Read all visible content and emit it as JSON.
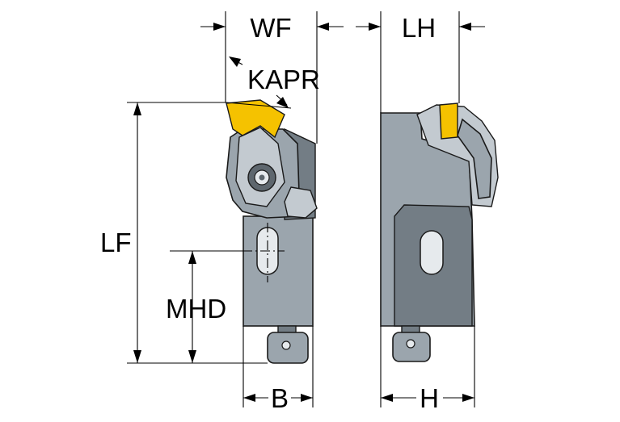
{
  "labels": {
    "wf": "WF",
    "lh": "LH",
    "kapr": "KAPR",
    "lf": "LF",
    "mhd": "MHD",
    "b": "B",
    "h": "H"
  },
  "colors": {
    "body": "#9ba5ad",
    "body_dark": "#737d85",
    "body_light": "#c3cad0",
    "insert": "#f5c200",
    "lines": "#000000"
  }
}
